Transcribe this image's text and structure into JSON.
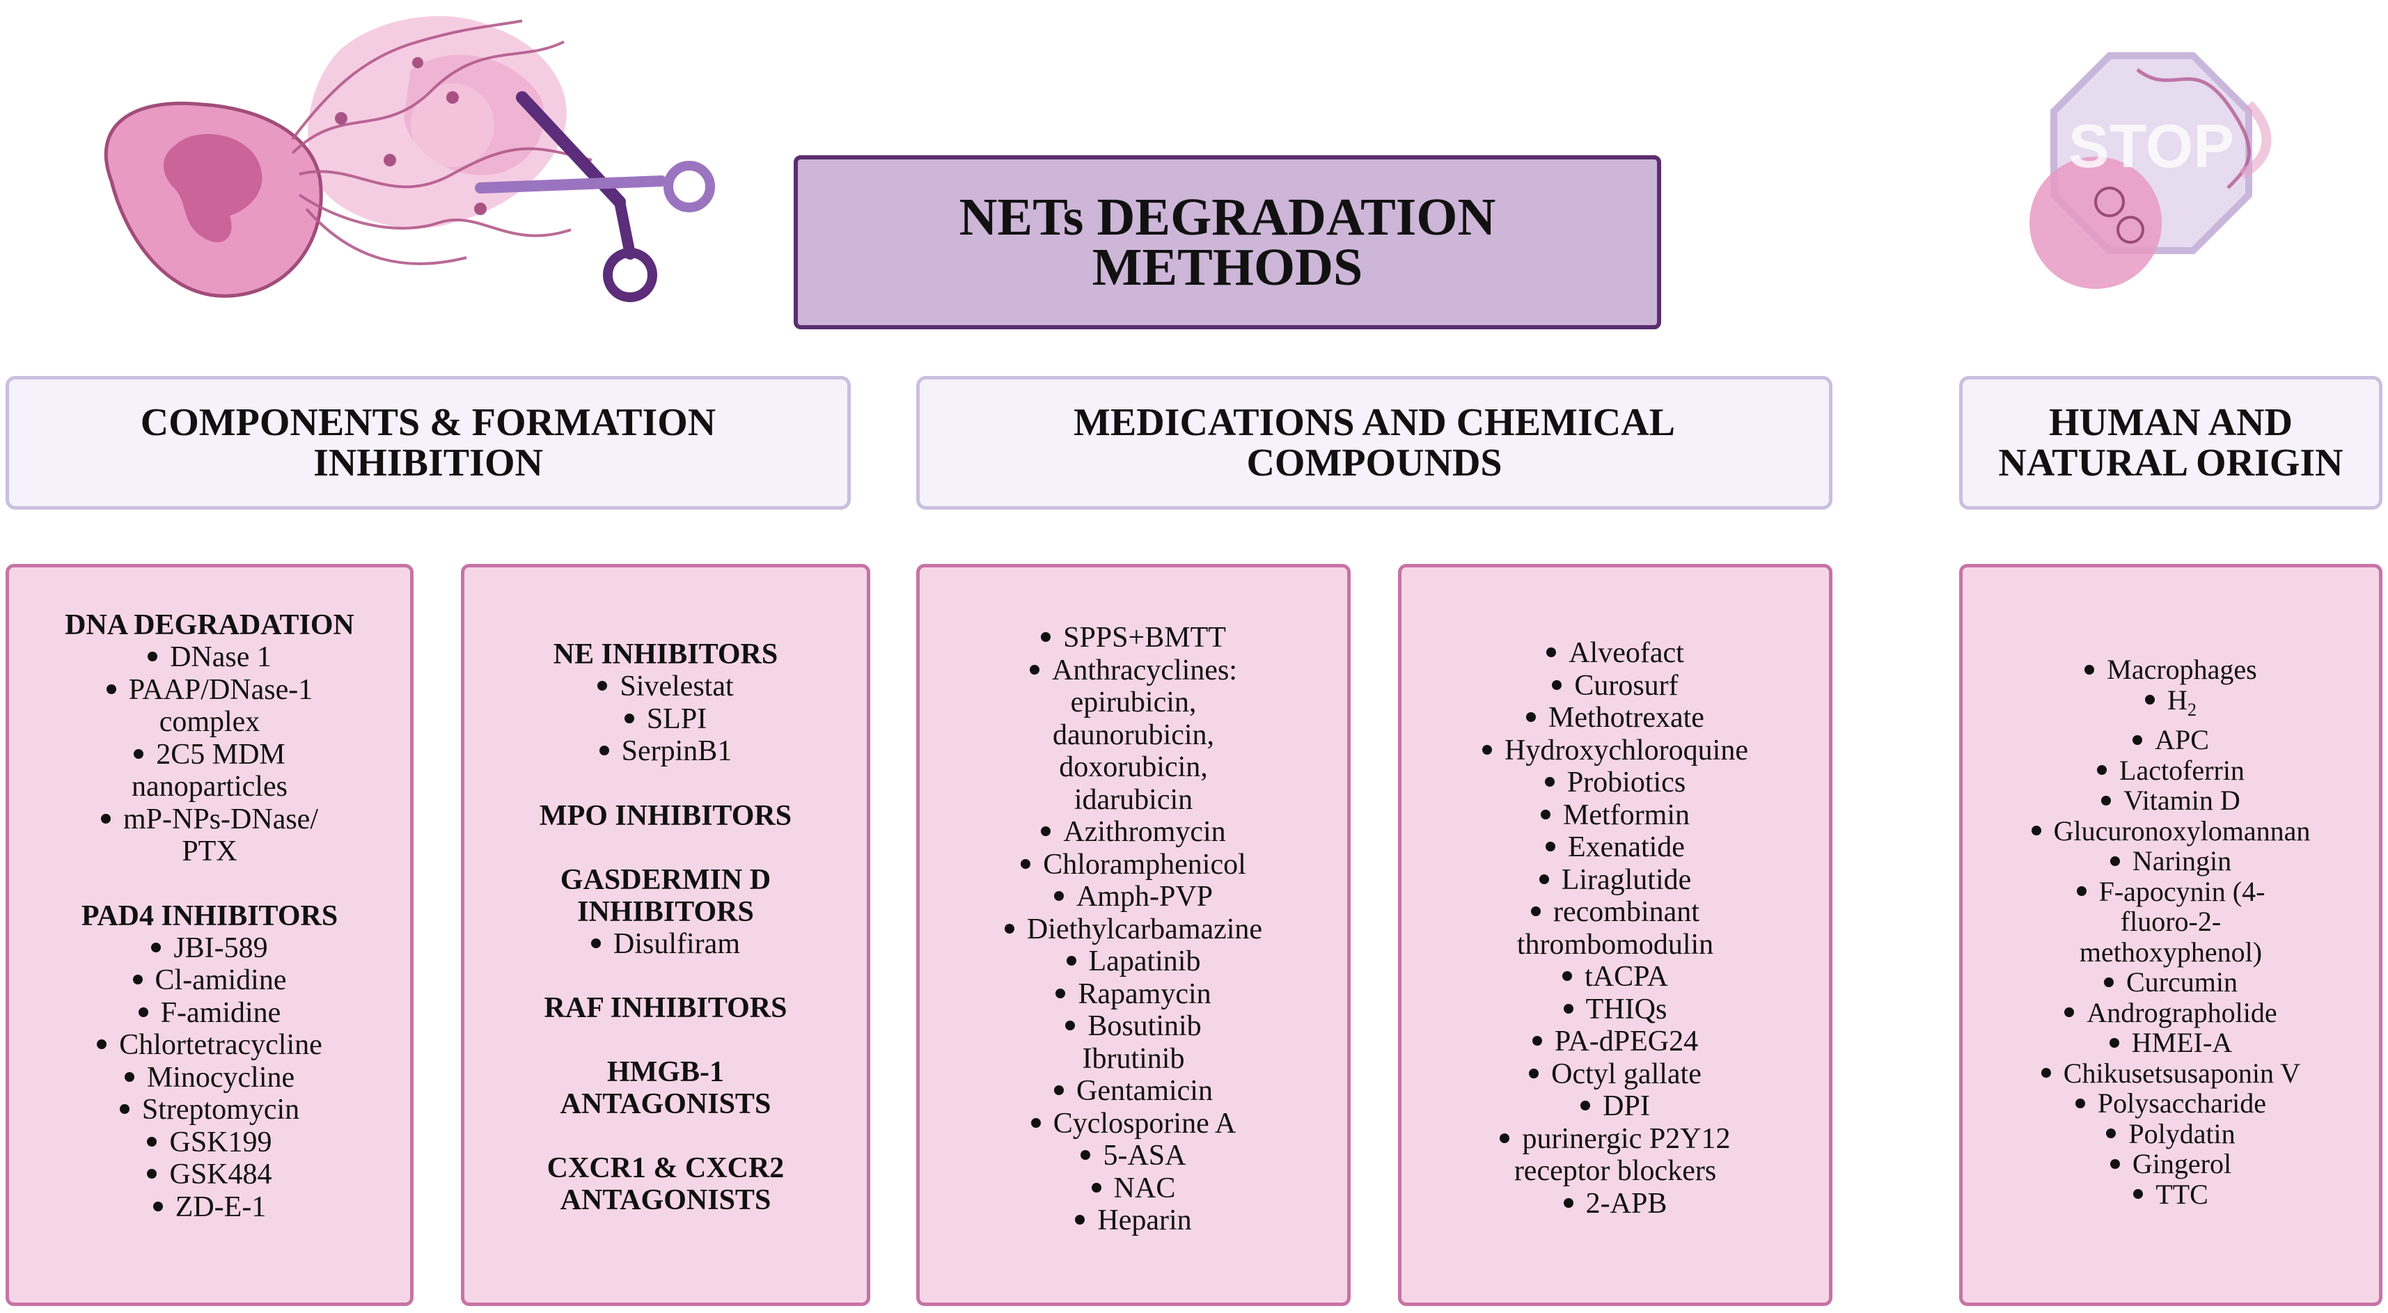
{
  "title": {
    "line1": "NETs DEGRADATION",
    "line2": "METHODS"
  },
  "categories": [
    {
      "line1": "COMPONENTS & FORMATION",
      "line2": "INHIBITION"
    },
    {
      "line1": "MEDICATIONS AND CHEMICAL",
      "line2": "COMPOUNDS"
    },
    {
      "line1": "HUMAN AND",
      "line2": "NATURAL ORIGIN"
    }
  ],
  "stop_sign_text": "STOP",
  "panel1": {
    "dna_title": "DNA DEGRADATION",
    "dna_items": [
      "DNase 1",
      "PAAP/DNase-1",
      "complex",
      "2C5 MDM",
      "nanoparticles",
      "mP-NPs-DNase/",
      "PTX"
    ],
    "pad4_title": "PAD4 INHIBITORS",
    "pad4_items": [
      "JBI-589",
      "Cl-amidine",
      "F-amidine",
      "Chlortetracycline",
      "Minocycline",
      "Streptomycin",
      "GSK199",
      "GSK484",
      "ZD-E-1"
    ]
  },
  "panel2": {
    "ne_title": "NE INHIBITORS",
    "ne_items": [
      "Sivelestat",
      "SLPI",
      "SerpinB1"
    ],
    "mpo_title": "MPO INHIBITORS",
    "gsdmd_title_1": "GASDERMIN D",
    "gsdmd_title_2": "INHIBITORS",
    "gsdmd_items": [
      "Disulfiram"
    ],
    "raf_title": "RAF INHIBITORS",
    "hmgb_title_1": "HMGB-1",
    "hmgb_title_2": "ANTAGONISTS",
    "cxcr_title_1": "CXCR1 & CXCR2",
    "cxcr_title_2": "ANTAGONISTS"
  },
  "panel3": {
    "items": [
      "SPPS+BMTT",
      "Anthracyclines:",
      "epirubicin,",
      "daunorubicin,",
      "doxorubicin,",
      "idarubicin",
      "Azithromycin",
      "Chloramphenicol",
      "Amph-PVP",
      "Diethylcarbamazine",
      "Lapatinib",
      "Rapamycin",
      "Bosutinib",
      "Ibrutinib",
      "Gentamicin",
      "Cyclosporine A",
      "5-ASA",
      "NAC",
      "Heparin"
    ]
  },
  "panel4": {
    "items": [
      "Alveofact",
      "Curosurf",
      "Methotrexate",
      "Hydroxychloroquine",
      "Probiotics",
      "Metformin",
      "Exenatide",
      "Liraglutide",
      "recombinant",
      "thrombomodulin",
      "tACPA",
      "THIQs",
      "PA-dPEG24",
      "Octyl gallate",
      "DPI",
      "purinergic P2Y12",
      "receptor blockers",
      "2-APB"
    ]
  },
  "panel5": {
    "items_a": [
      "Macrophages"
    ],
    "h2_base": "H",
    "h2_sub": "2",
    "items_b": [
      "APC",
      "Lactoferrin",
      "Vitamin D",
      "Glucuronoxylomannan",
      "Naringin",
      "F-apocynin (4-",
      "fluoro-2-",
      "methoxyphenol)",
      "Curcumin",
      "Andrographolide",
      "HMEI-A",
      "Chikusetsusaponin V",
      "Polysaccharide",
      "Polydatin",
      "Gingerol",
      "TTC"
    ]
  },
  "colors": {
    "title_fill": "#cdb6d7",
    "title_border": "#5b2d6e",
    "category_fill": "#f6f2fb",
    "category_border": "#c9bfdf",
    "panel_fill": "#f5d6e6",
    "panel_border": "#c773a6",
    "scissors": "#5b2d7a"
  },
  "icons": [
    "neutrophil-icon",
    "dna-strand-icon",
    "scissors-icon",
    "stop-sign-icon"
  ]
}
